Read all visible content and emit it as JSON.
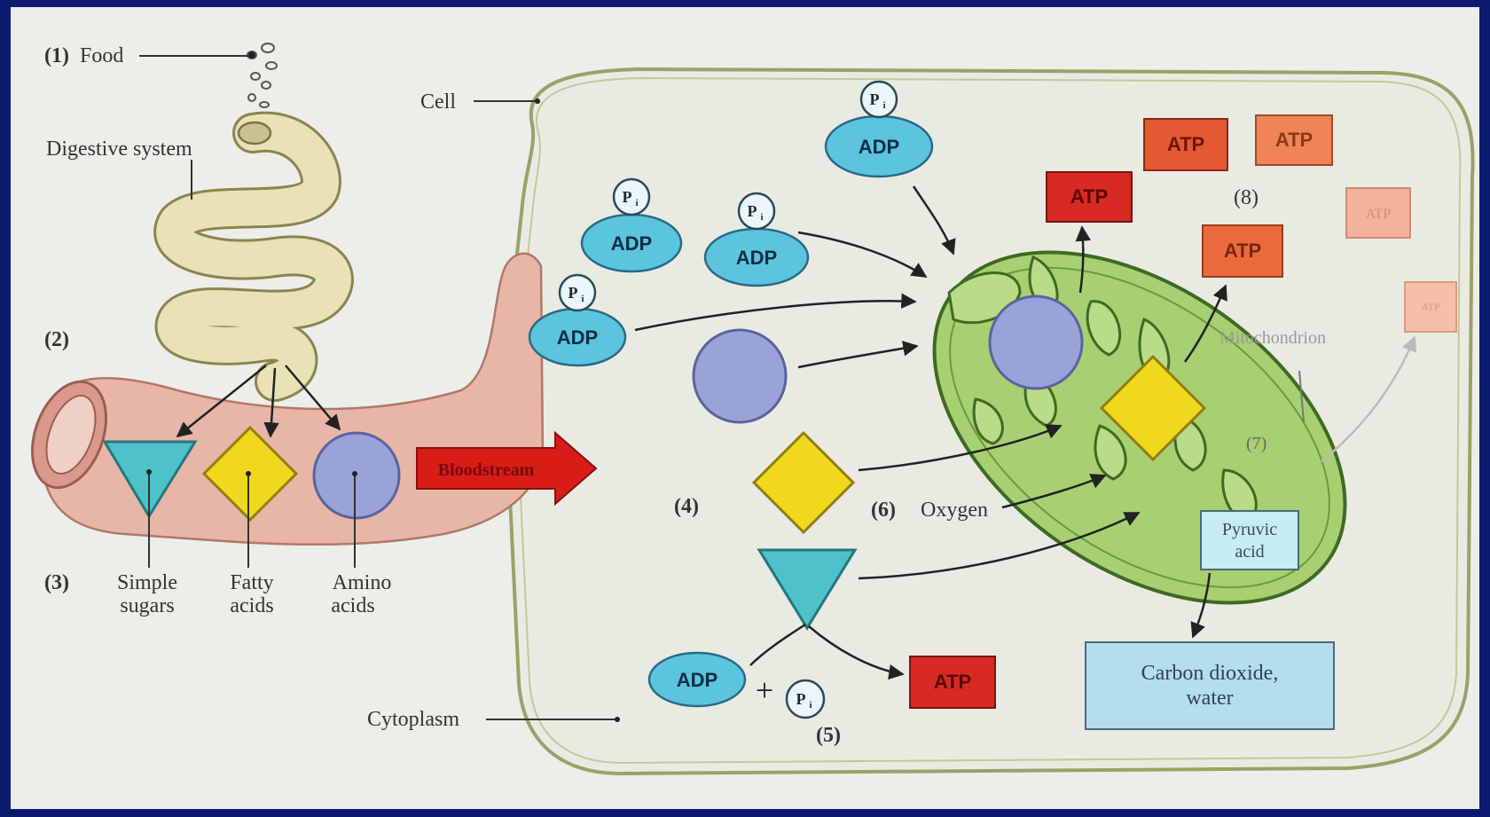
{
  "labels": {
    "step1": "(1)",
    "food": "Food",
    "digestive_system": "Digestive system",
    "step2": "(2)",
    "step3": "(3)",
    "simple_sugars_1": "Simple",
    "simple_sugars_2": "sugars",
    "fatty_acids_1": "Fatty",
    "fatty_acids_2": "acids",
    "amino_acids_1": "Amino",
    "amino_acids_2": "acids",
    "bloodstream": "Bloodstream",
    "cell": "Cell",
    "cytoplasm": "Cytoplasm",
    "step4": "(4)",
    "step5": "(5)",
    "step6": "(6)",
    "oxygen": "Oxygen",
    "step7": "(7)",
    "step8": "(8)",
    "mitochondrion": "Mitochondrion",
    "pyruvic_acid_1": "Pyruvic",
    "pyruvic_acid_2": "acid",
    "carbon_dioxide_1": "Carbon dioxide,",
    "carbon_dioxide_2": "water",
    "adp": "ADP",
    "atp": "ATP",
    "pi": "P",
    "pi_sub": "i",
    "plus": "+"
  },
  "colors": {
    "background": "#0a1a6e",
    "paper": "#eceeea",
    "cell_fill": "#e9ebe3",
    "cell_outline": "#9aa268",
    "intestine": "#e8b6a6",
    "digestive_tube": "#e8e2b6",
    "mitochondrion": "#a7d072",
    "sugar": "#4ec2c8",
    "fatty": "#f0d81e",
    "amino": "#9aa3d8",
    "adp": "#5cc4de",
    "atp_dark": "#d62a22",
    "atp_medium": "#ea6a3c",
    "atp_light": "#f3b29a",
    "bloodstream": "#d81c18",
    "co2_box": "#b2def0",
    "pyruvic_box": "#c6ecf4"
  }
}
